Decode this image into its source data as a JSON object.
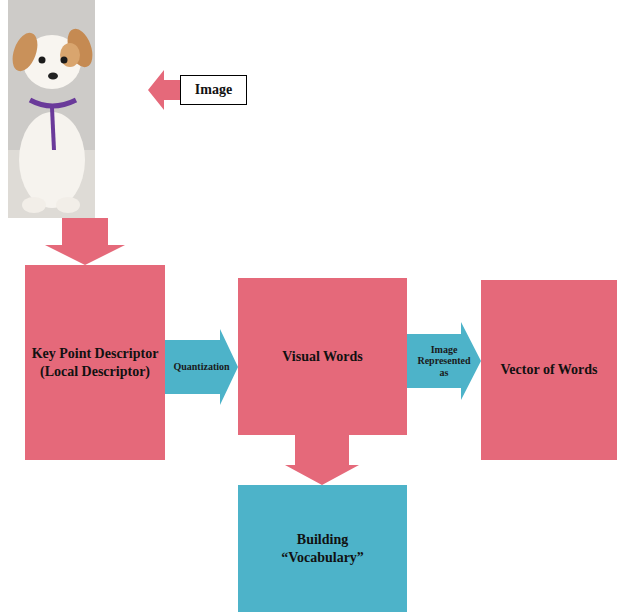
{
  "diagram": {
    "nodes": [
      {
        "text": [
          "Image"
        ]
      },
      {
        "text": [
          "Key Point Descriptor (Local Descriptor)"
        ]
      },
      {
        "text": [
          "Visual Words"
        ]
      },
      {
        "text": [
          "Vector of Words"
        ]
      },
      {
        "text": [
          "Building “Vocabulary”"
        ]
      }
    ],
    "edges": [
      {
        "from": 1,
        "to": 2,
        "label": "Quantization",
        "arrow": "to"
      },
      {
        "from": 2,
        "to": 3,
        "label": "Image Represented as",
        "arrow": "to"
      },
      {
        "from": 2,
        "to": 4,
        "arrow": "to"
      }
    ]
  }
}
